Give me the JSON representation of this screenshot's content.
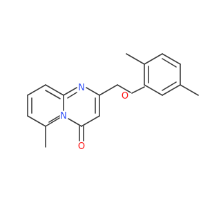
{
  "molecule": {
    "atoms": {
      "ring_nitrogen_top": {
        "symbol": "N",
        "color": "#3050f8"
      },
      "ring_nitrogen_fused": {
        "symbol": "N",
        "color": "#3050f8"
      },
      "ether_oxygen": {
        "symbol": "O",
        "color": "#ff0d0d"
      },
      "carbonyl_oxygen": {
        "symbol": "O",
        "color": "#ff0d0d"
      }
    },
    "bond_color": "#3a3a3a",
    "background": "#ffffff"
  }
}
